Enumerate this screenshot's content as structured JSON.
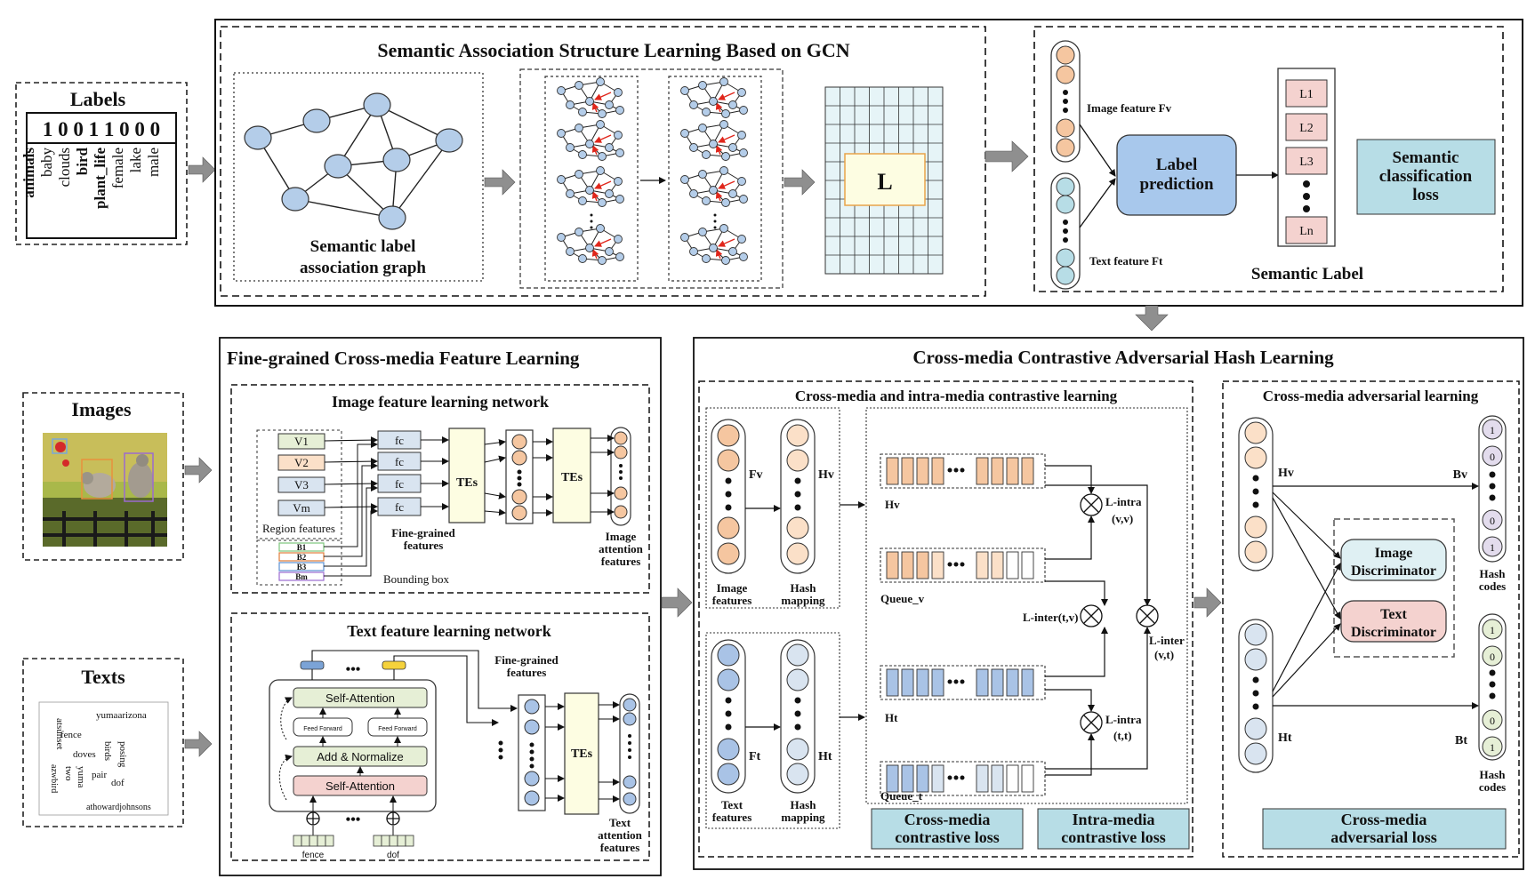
{
  "labels_panel": {
    "title": "Labels",
    "bits": "1 0 0 1 1 0 0 0",
    "names": [
      "animals",
      "baby",
      "clouds",
      "bird",
      "plant_life",
      "female",
      "lake",
      "male"
    ]
  },
  "images_panel": {
    "title": "Images"
  },
  "texts_panel": {
    "title": "Texts",
    "words": [
      "atsunset",
      "yumaarizona",
      "fence",
      "doves",
      "birds",
      "posing",
      "two",
      "yuma",
      "pair",
      "dof",
      "azwbird",
      "athowardjohnsons"
    ]
  },
  "gcn": {
    "title": "Semantic Association Structure Learning Based on GCN",
    "graph_caption_1": "Semantic label",
    "graph_caption_2": "association graph",
    "matrix_label": "L"
  },
  "label_pred": {
    "image_feature": "Image feature Fv",
    "text_feature": "Text feature Ft",
    "prediction_1": "Label",
    "prediction_2": "prediction",
    "semantic_labels": [
      "L1",
      "L2",
      "L3",
      "Ln"
    ],
    "semantic_label_caption": "Semantic Label",
    "loss_1": "Semantic",
    "loss_2": "classification",
    "loss_3": "loss"
  },
  "fine_grained": {
    "title": "Fine-grained Cross-media  Feature Learning",
    "image_net_title": "Image feature learning network",
    "regions": [
      "V1",
      "V2",
      "V3",
      "Vm"
    ],
    "region_caption": "Region features",
    "boxes": [
      "B1",
      "B2",
      "B3",
      "Bm"
    ],
    "bbox_caption": "Bounding box",
    "fc": "fc",
    "tes": "TEs",
    "fg_features_1": "Fine-grained",
    "fg_features_2": "features",
    "img_att_1": "Image",
    "img_att_2": "attention",
    "img_att_3": "features",
    "text_net_title": "Text feature learning network",
    "self_attention": "Self-Attention",
    "feed_forward": "Feed Forward",
    "add_norm": "Add & Normalize",
    "token_1": "fence",
    "token_2": "dof",
    "dots": "•••",
    "txt_att_1": "Text",
    "txt_att_2": "attention",
    "txt_att_3": "features"
  },
  "contrastive": {
    "title": "Cross-media Contrastive Adversarial Hash Learning",
    "sub_title": "Cross-media and intra-media contrastive learning",
    "fv": "Fv",
    "hv": "Hv",
    "ft": "Ft",
    "ht": "Ht",
    "image_features_1": "Image",
    "image_features_2": "features",
    "text_features_1": "Text",
    "text_features_2": "features",
    "hash_mapping_1": "Hash",
    "hash_mapping_2": "mapping",
    "queue_v": "Queue_v",
    "queue_t": "Queue_t",
    "l_intra_vv_1": "L-intra",
    "l_intra_vv_2": "(v,v)",
    "l_inter_tv": "L-inter(t,v)",
    "l_inter_vt_1": "L-inter",
    "l_inter_vt_2": "(v,t)",
    "l_intra_tt_1": "L-intra",
    "l_intra_tt_2": "(t,t)",
    "cross_loss_1": "Cross-media",
    "cross_loss_2": "contrastive loss",
    "intra_loss_1": "Intra-media",
    "intra_loss_2": "contrastive loss"
  },
  "adversarial": {
    "title": "Cross-media adversarial learning",
    "hv": "Hv",
    "ht": "Ht",
    "bv": "Bv",
    "bt": "Bt",
    "img_disc_1": "Image",
    "img_disc_2": "Discriminator",
    "txt_disc_1": "Text",
    "txt_disc_2": "Discriminator",
    "bv_bits": [
      "1",
      "0",
      "0",
      "1"
    ],
    "bt_bits": [
      "1",
      "0",
      "0",
      "1"
    ],
    "hash_codes_1": "Hash",
    "hash_codes_2": "codes",
    "loss_1": "Cross-media",
    "loss_2": "adversarial loss"
  },
  "colors": {
    "node_blue": "#b4cde9",
    "orange": "#f5c6a0",
    "light_blue": "#d9e4f0",
    "blue_fill": "#a9c3e6",
    "green": "#e6efd6",
    "teal": "#b7dde6",
    "pred_blue": "#a8c8ec",
    "pink": "#f4d2cf",
    "yellow": "#fdfde2",
    "gray_arrow": "#8f8f8f"
  }
}
